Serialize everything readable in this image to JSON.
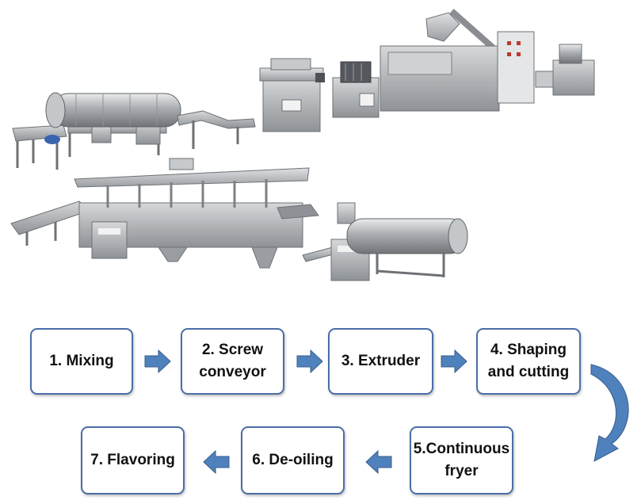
{
  "colors": {
    "box_border": "#4a6ea8",
    "arrow_fill": "#4f81bd",
    "arrow_stroke": "#385d8a",
    "text": "#111111",
    "steel": "#b9bcbf"
  },
  "icons": {
    "machinery_illustration": "snack-production-line-illustration",
    "flow_arrow": "right-block-arrow",
    "turn_arrow": "curved-down-arrow"
  },
  "steps": [
    {
      "label": "1. Mixing"
    },
    {
      "label": "2. Screw\nconveyor"
    },
    {
      "label": "3. Extruder"
    },
    {
      "label": "4. Shaping\nand cutting"
    },
    {
      "label": "5.Continuous\nfryer"
    },
    {
      "label": "6. De-oiling"
    },
    {
      "label": "7. Flavoring"
    }
  ]
}
